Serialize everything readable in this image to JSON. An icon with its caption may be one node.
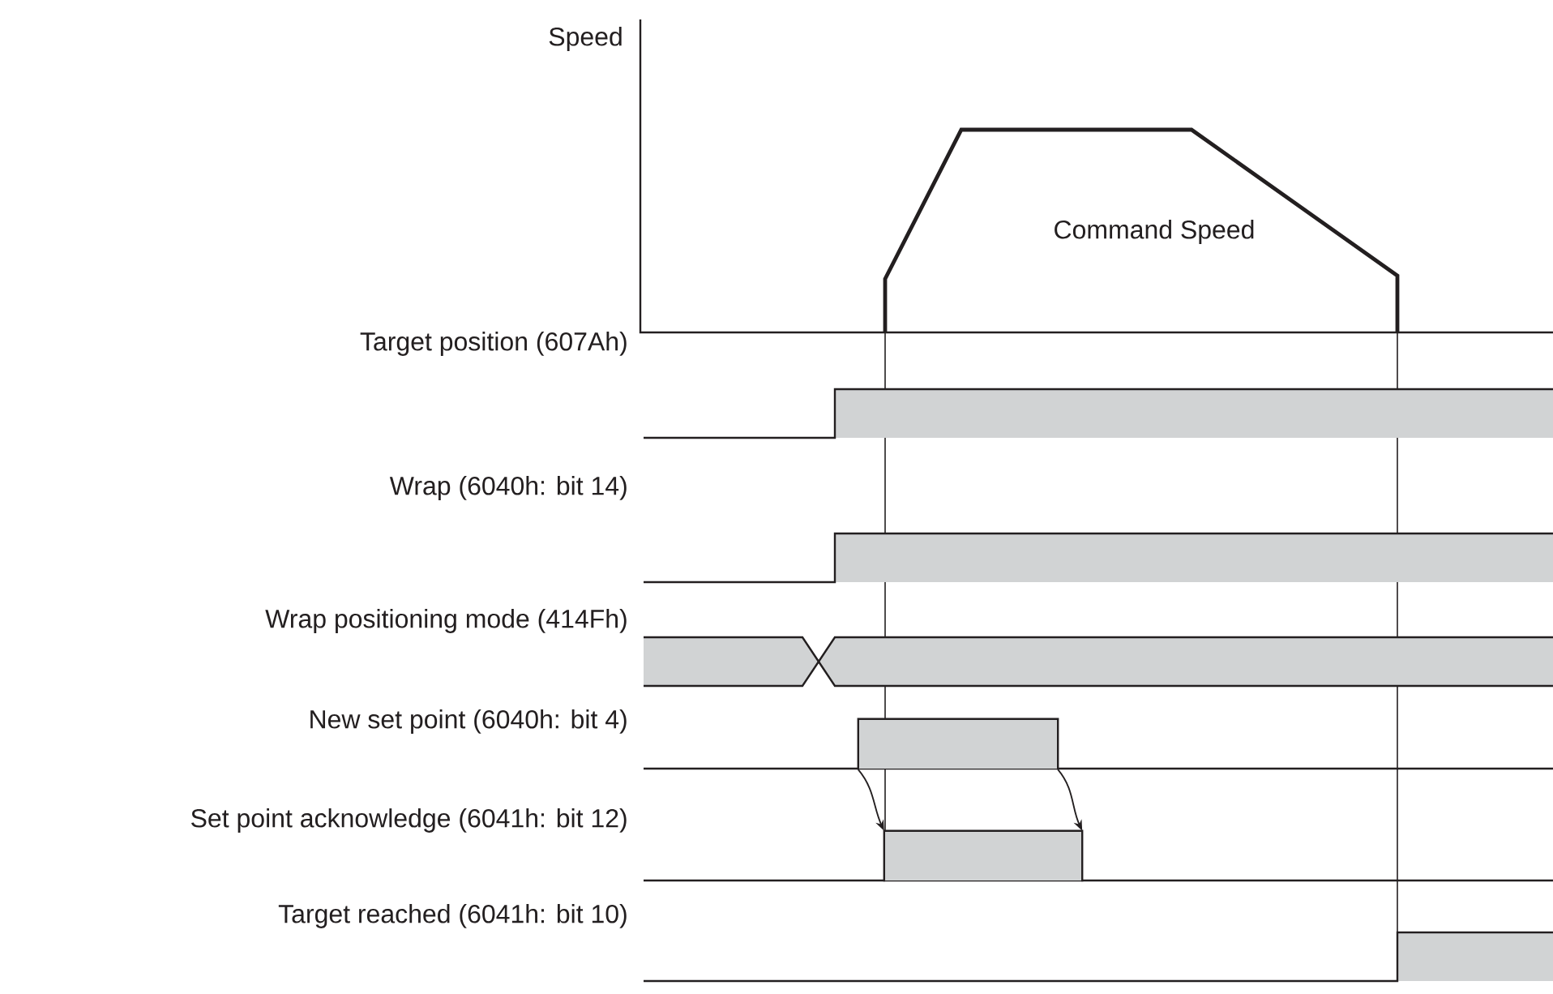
{
  "diagram": {
    "nodes": [
      {
        "text": [],
        "shape": "box"
      },
      {
        "text": [],
        "shape": "box"
      }
    ],
    "edges": [
      {
        "from": 0,
        "to": 1,
        "arrow": "to"
      },
      {
        "from": 0,
        "to": 1,
        "arrow": "to"
      }
    ],
    "labels": [
      "Speed",
      "Command Speed",
      "Target position (607Ah)",
      "Wrap (6040h: bit 14)",
      "Wrap positioning mode (414Fh)",
      "New set point (6040h: bit 4)",
      "Set point acknowledge (6041h: bit 12)",
      "Target reached (6041h: bit 10)"
    ]
  }
}
